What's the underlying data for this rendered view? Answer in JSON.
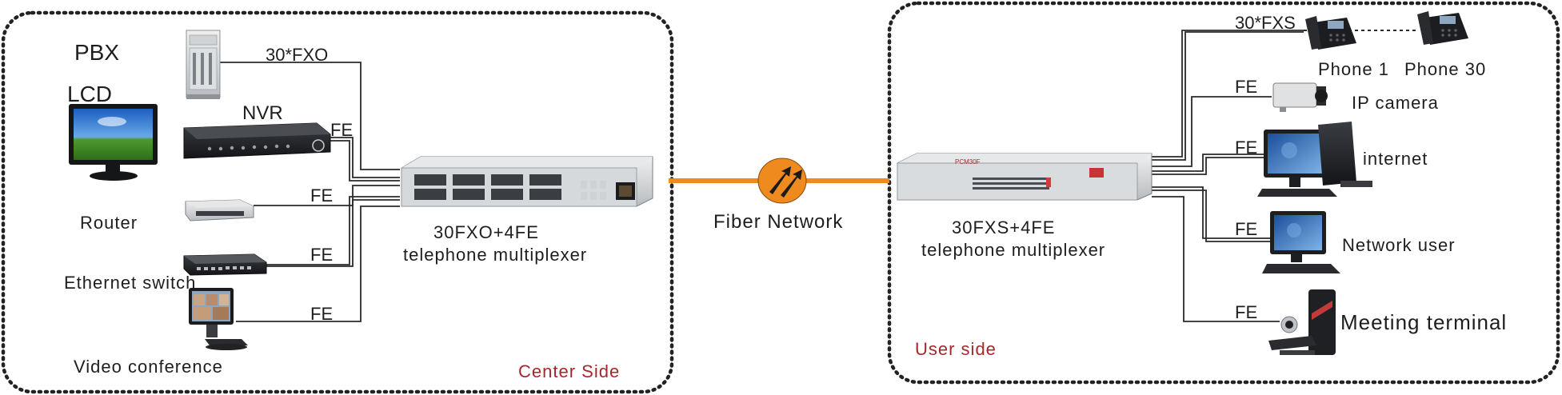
{
  "center": {
    "side_label": "Center Side",
    "pbx_label": "PBX",
    "lcd_label": "LCD",
    "nvr_label": "NVR",
    "router_label": "Router",
    "switch_label": "Ethernet switch",
    "video_label": "Video conference",
    "fxo_link": "30*FXO",
    "fe_labels": [
      "FE",
      "FE",
      "FE",
      "FE"
    ],
    "mux_model": "30FXO+4FE",
    "mux_name": "telephone multiplexer"
  },
  "fiber": {
    "label": "Fiber Network"
  },
  "user": {
    "side_label": "User side",
    "mux_model": "30FXS+4FE",
    "mux_name": "telephone multiplexer",
    "mux_badge": "PCM30F",
    "fxs_link": "30*FXS",
    "phone1": "Phone 1",
    "phone30": "Phone 30",
    "ipcam": "IP camera",
    "internet": "internet",
    "network_user": "Network user",
    "meeting": "Meeting terminal",
    "fe_labels": [
      "FE",
      "FE",
      "FE",
      "FE"
    ]
  },
  "colors": {
    "fiber": "#ee8a1e",
    "dotted_border": "#222222",
    "side_label": "#a4282c"
  }
}
